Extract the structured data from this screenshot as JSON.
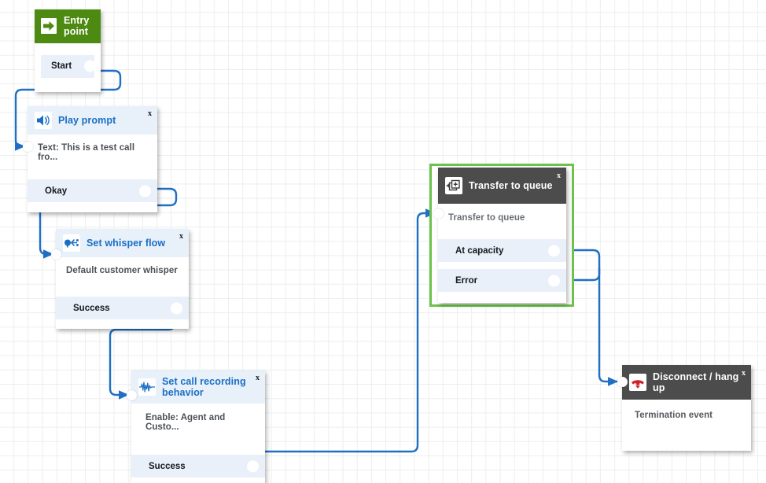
{
  "canvas": {
    "background": "#ffffff",
    "grid_color": "#eceeef",
    "grid_size": 18,
    "wire_color": "#1f6fc4",
    "selection_color": "#6cc24a"
  },
  "nodes": [
    {
      "id": "entry-point",
      "title": "Entry point",
      "icon": "entry-arrow-icon",
      "header_style": "green",
      "header_color": "#4d8a11",
      "body": null,
      "close_label": null,
      "ports": [
        {
          "label": "Start"
        }
      ]
    },
    {
      "id": "play-prompt",
      "title": "Play prompt",
      "icon": "speaker-icon",
      "header_style": "blue",
      "header_color": "#e8f0fa",
      "body": "Text: This is a test call fro...",
      "close_label": "x",
      "ports": [
        {
          "label": "Okay"
        }
      ]
    },
    {
      "id": "set-whisper-flow",
      "title": "Set whisper flow",
      "icon": "whisper-flow-icon",
      "header_style": "blue",
      "header_color": "#e8f0fa",
      "body": "Default customer whisper",
      "close_label": "x",
      "ports": [
        {
          "label": "Success"
        }
      ]
    },
    {
      "id": "set-call-recording-behavior",
      "title": "Set call recording behavior",
      "icon": "waveform-icon",
      "header_style": "blue",
      "header_color": "#e8f0fa",
      "body": "Enable: Agent and Custo...",
      "close_label": "x",
      "ports": [
        {
          "label": "Success"
        }
      ]
    },
    {
      "id": "transfer-to-queue",
      "title": "Transfer to queue",
      "icon": "transfer-queue-icon",
      "header_style": "dark",
      "header_color": "#4c4c4c",
      "body": "Transfer to queue",
      "close_label": "x",
      "selected": true,
      "ports": [
        {
          "label": "At capacity"
        },
        {
          "label": "Error"
        }
      ]
    },
    {
      "id": "disconnect-hang-up",
      "title": "Disconnect / hang up",
      "icon": "phone-hangup-icon",
      "header_style": "dark",
      "header_color": "#4c4c4c",
      "body": "Termination event",
      "close_label": "x",
      "ports": []
    }
  ]
}
